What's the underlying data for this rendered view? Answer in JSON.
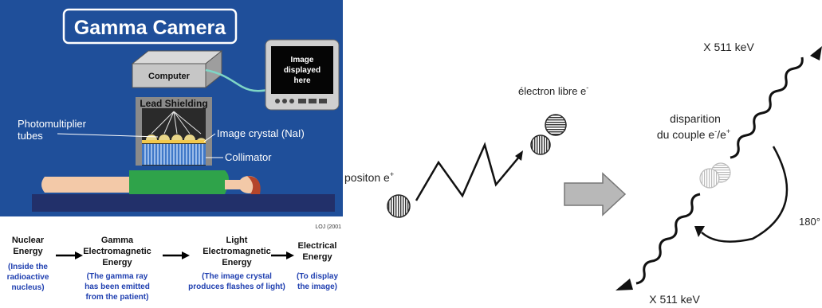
{
  "left_panel": {
    "title": "Gamma Camera",
    "computer_label": "Computer",
    "monitor_lines": [
      "Image",
      "displayed",
      "here"
    ],
    "lead_shielding": "Lead Shielding",
    "photomultiplier_lines": [
      "Photomultiplier",
      "tubes"
    ],
    "image_crystal": "Image crystal (NaI)",
    "collimator": "Collimator",
    "credit": "LOJ (2001",
    "energy_chain": [
      {
        "title": [
          "Nuclear",
          "Energy"
        ],
        "note": [
          "(Inside the",
          "radioactive",
          "nucleus)"
        ]
      },
      {
        "title": [
          "Gamma",
          "Electromagnetic",
          "Energy"
        ],
        "note": [
          "(The gamma ray",
          "has been emitted",
          "from the patient)"
        ]
      },
      {
        "title": [
          "Light",
          "Electromagnetic",
          "Energy"
        ],
        "note": [
          "(The image crystal",
          "produces flashes of light)"
        ]
      },
      {
        "title": [
          "Electrical",
          "Energy"
        ],
        "note": [
          "(To display",
          "the image)"
        ]
      }
    ],
    "colors": {
      "background": "#1f4f9a",
      "title_border": "#ffffff",
      "patient_shirt": "#2fa34a",
      "table": "#22306a",
      "note_text": "#1f3fb0"
    }
  },
  "right_panel": {
    "positron_label": "positon e",
    "positron_sup": "+",
    "electron_label": "électron libre e",
    "electron_sup": "-",
    "annihilation_line1": "disparition",
    "annihilation_line2_a": "du couple e",
    "annihilation_line2_sup1": "-",
    "annihilation_line2_b": "/e",
    "annihilation_line2_sup2": "+",
    "photon_top": "X 511 keV",
    "photon_bottom": "X 511 keV",
    "angle": "180°"
  }
}
